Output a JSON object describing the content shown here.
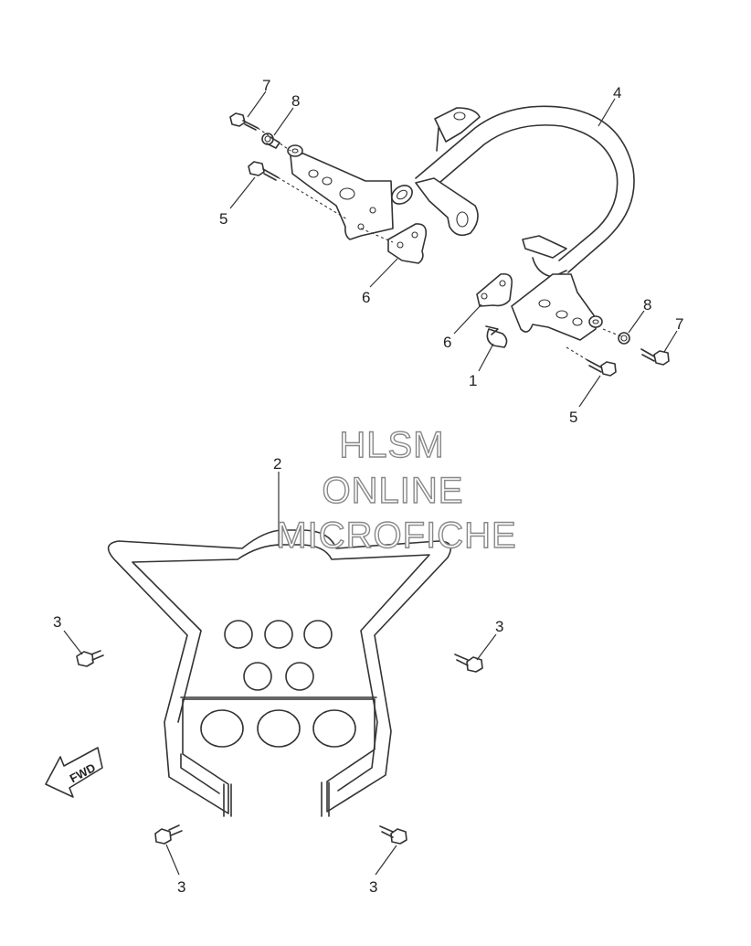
{
  "watermark": {
    "line1": "HLSM",
    "line2": "ONLINE",
    "line3": "MICROFICHE"
  },
  "fwd_label": "FWD",
  "callouts": {
    "c7_top": "7",
    "c8_top": "8",
    "c4": "4",
    "c5_top": "5",
    "c6_left": "6",
    "c8_right": "8",
    "c7_right": "7",
    "c6_right": "6",
    "c1": "1",
    "c5_right": "5",
    "c2": "2",
    "c3_left": "3",
    "c3_right": "3",
    "c3_bottom_left": "3",
    "c3_bottom_right": "3"
  },
  "colors": {
    "line": "#333333",
    "watermark_outline": "#888888",
    "background": "#ffffff"
  }
}
